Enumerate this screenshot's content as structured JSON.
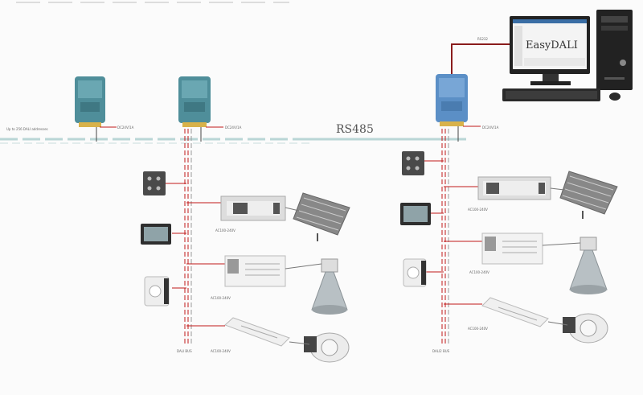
{
  "diagram": {
    "bus_label": "RS485",
    "software_label": "EasyDALI",
    "pc_link_label": "RS232",
    "power_label": "DC24V/1A",
    "bus_left_label": "Up to 256 DALI addresses",
    "dali_bus_label_1": "DALI BUS",
    "dali_bus_label_2": "DALI2 BUS",
    "ac_label": "AC100-240V",
    "colors": {
      "bus": "#b9d6d6",
      "dali_wire": "#c01818",
      "gateway": "#4f8e9a",
      "gateway_selected": "#5b8fc6",
      "pc_link": "#8a1c1c"
    }
  }
}
